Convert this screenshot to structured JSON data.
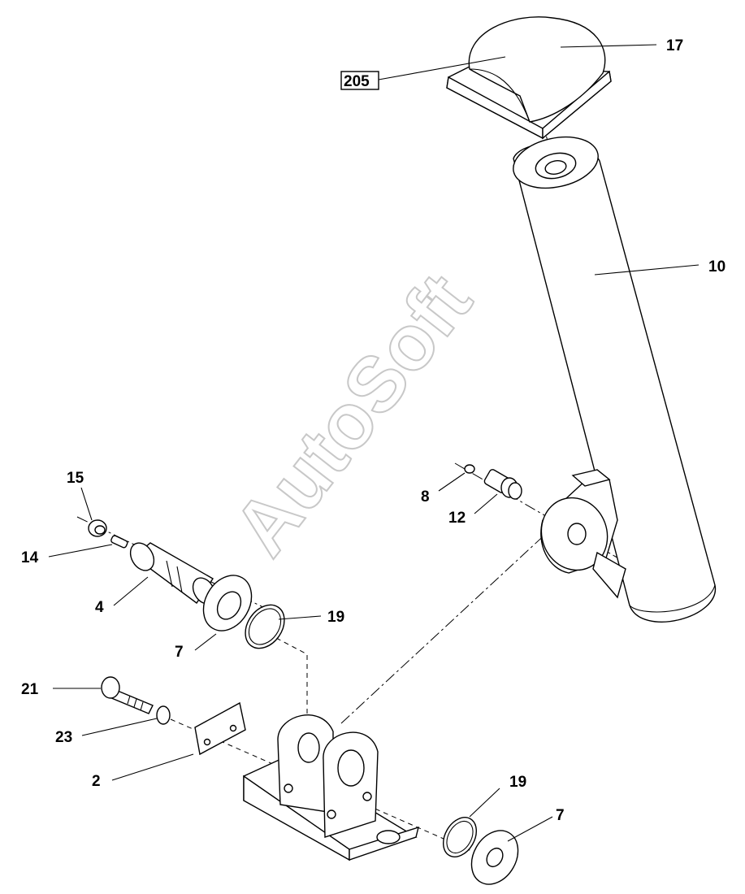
{
  "watermark": "AutoSoft",
  "callouts": {
    "p17": "17",
    "p205": "205",
    "p10": "10",
    "p15": "15",
    "p14": "14",
    "p4": "4",
    "p7a": "7",
    "p19a": "19",
    "p8": "8",
    "p12": "12",
    "p21": "21",
    "p23": "23",
    "p2": "2",
    "p19b": "19",
    "p7b": "7"
  }
}
